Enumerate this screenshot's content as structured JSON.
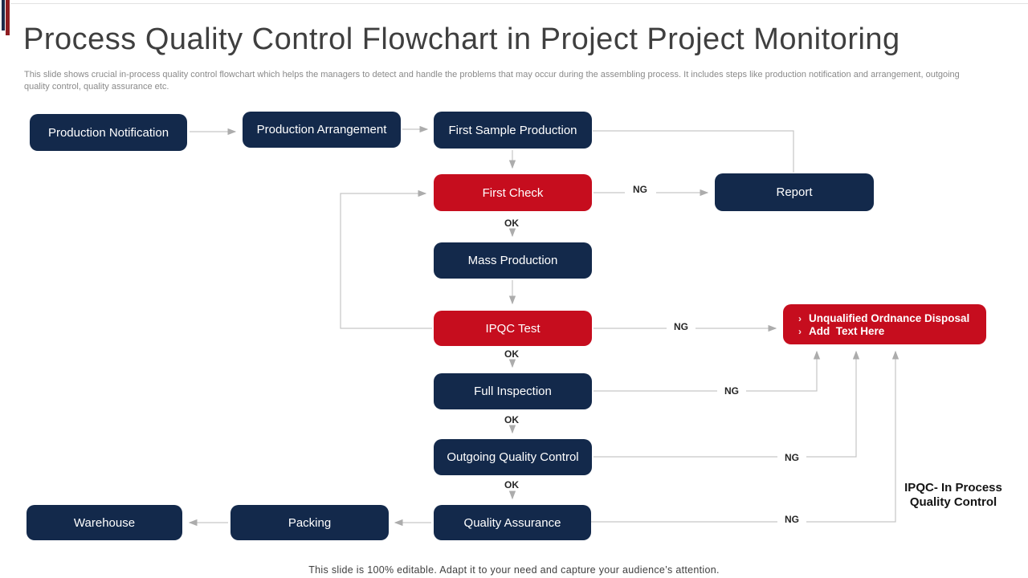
{
  "slide": {
    "title": "Process Quality Control Flowchart in Project Project Monitoring",
    "subtitle": "This slide shows crucial in-process quality control flowchart which helps the managers to detect and handle the problems that may occur during the assembling process. It includes steps like production notification and arrangement, outgoing quality control, quality assurance etc.",
    "footer": "This slide is 100% editable. Adapt it to your need and capture your audience’s attention."
  },
  "labels": {
    "ok": "OK",
    "ng": "NG"
  },
  "nodes": {
    "production_notification": "Production Notification",
    "production_arrangement": "Production Arrangement",
    "first_sample_production": "First Sample Production",
    "first_check": "First Check",
    "report": "Report",
    "mass_production": "Mass Production",
    "ipqc_test": "IPQC Test",
    "full_inspection": "Full Inspection",
    "outgoing_quality_control": "Outgoing Quality Control",
    "quality_assurance": "Quality Assurance",
    "packing": "Packing",
    "warehouse": "Warehouse"
  },
  "disposal": {
    "bullet": "›",
    "item1": "Unqualified Ordnance Disposal",
    "item2": "Add  Text Here"
  },
  "note": {
    "line1": "IPQC- In Process",
    "line2": "Quality Control"
  },
  "colors": {
    "navy": "#13294b",
    "red": "#c60d1e",
    "connector": "#c6c6c6",
    "arrowhead": "#acacac",
    "title_text": "#3f3f3f",
    "subtitle_text": "#8a8a8a",
    "accent_navy": "#1b2a4a",
    "accent_red": "#8f1d22"
  }
}
